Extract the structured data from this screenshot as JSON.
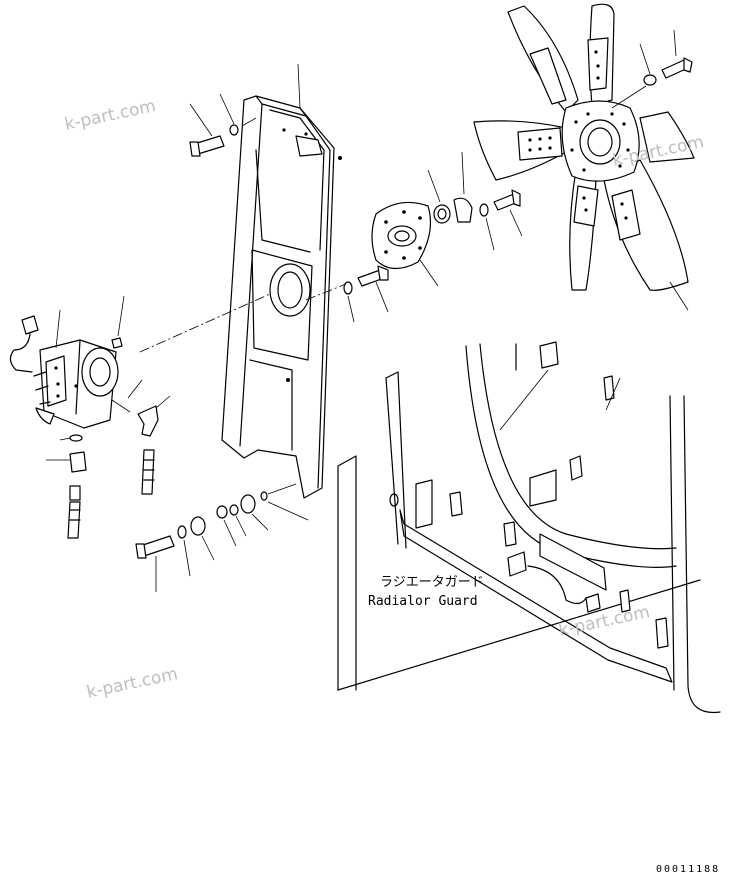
{
  "watermarks": [
    "k-part.com",
    "k-part.com",
    "k-part.com",
    "k-part.com"
  ],
  "callout": {
    "label_jp": "ラジエータガード",
    "label_en": "Radialor Guard"
  },
  "figure_code": "00011188"
}
